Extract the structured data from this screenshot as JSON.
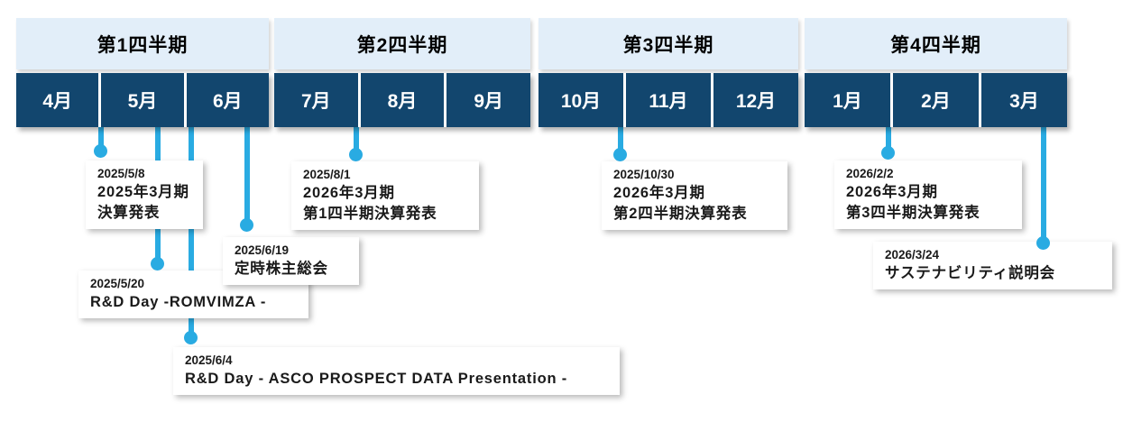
{
  "palette": {
    "month_bar_navy": "#12466E",
    "quarter_header_blue": "#E2EEF9",
    "connector_cyan": "#29ABE2",
    "text_black": "#1A1A1A",
    "background": "#FFFFFF"
  },
  "quarters": [
    {
      "label": "第1四半期",
      "months": [
        "4月",
        "5月",
        "6月"
      ]
    },
    {
      "label": "第2四半期",
      "months": [
        "7月",
        "8月",
        "9月"
      ]
    },
    {
      "label": "第3四半期",
      "months": [
        "10月",
        "11月",
        "12月"
      ]
    },
    {
      "label": "第4四半期",
      "months": [
        "1月",
        "2月",
        "3月"
      ]
    }
  ],
  "events": [
    {
      "date": "2025/5/8",
      "lines": [
        "2025年3月期",
        "決算発表"
      ]
    },
    {
      "date": "2025/5/20",
      "lines": [
        "R&D Day -ROMVIMZA -"
      ]
    },
    {
      "date": "2025/6/4",
      "lines": [
        "R&D Day - ASCO PROSPECT DATA Presentation -"
      ]
    },
    {
      "date": "2025/6/19",
      "lines": [
        "定時株主総会"
      ]
    },
    {
      "date": "2025/8/1",
      "lines": [
        "2026年3月期",
        "第1四半期決算発表"
      ]
    },
    {
      "date": "2025/10/30",
      "lines": [
        "2026年3月期",
        "第2四半期決算発表"
      ]
    },
    {
      "date": "2026/2/2",
      "lines": [
        "2026年3月期",
        "第3四半期決算発表"
      ]
    },
    {
      "date": "2026/3/24",
      "lines": [
        "サステナビリティ説明会"
      ]
    }
  ]
}
